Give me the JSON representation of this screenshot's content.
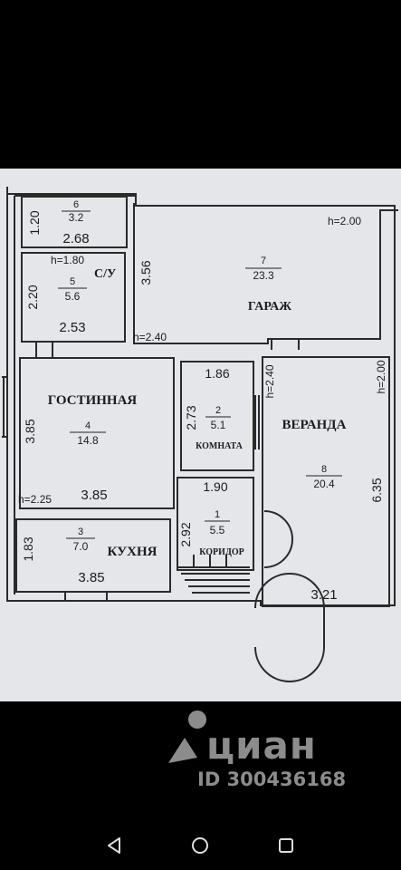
{
  "plan": {
    "rooms": {
      "room6": {
        "num": "6",
        "area": "3.2",
        "width": "2.68",
        "depth": "1.20"
      },
      "room5": {
        "num": "5",
        "area": "5.6",
        "name": "С/У",
        "height": "h=1.80",
        "width": "2.53",
        "depth": "2.20"
      },
      "room7": {
        "num": "7",
        "area": "23.3",
        "name": "ГАРАЖ",
        "height_top": "h=2.00",
        "height_left": "h=2.40",
        "depth": "3.56"
      },
      "room4": {
        "num": "4",
        "area": "14.8",
        "name": "ГОСТИННАЯ",
        "height": "h=2.25",
        "width": "3.85",
        "depth": "3.85"
      },
      "room2": {
        "num": "2",
        "area": "5.1",
        "name": "КОМНАТА",
        "width": "1.86",
        "depth": "2.73"
      },
      "room8": {
        "num": "8",
        "area": "20.4",
        "name": "ВЕРАНДА",
        "height_left": "h=2.40",
        "height_right": "h=2.00",
        "width": "3.21",
        "depth": "6.35"
      },
      "room1": {
        "num": "1",
        "area": "5.5",
        "name": "КОРИДОР",
        "width": "1.90",
        "depth": "2.92"
      },
      "room3": {
        "num": "3",
        "area": "7.0",
        "name": "КУХНЯ",
        "width": "3.85",
        "depth": "1.83"
      }
    }
  },
  "watermark": {
    "brand": "циан",
    "id_text": "ID 300436168"
  },
  "navbar": {
    "icons": [
      "back-icon",
      "home-icon",
      "recents-icon"
    ]
  }
}
